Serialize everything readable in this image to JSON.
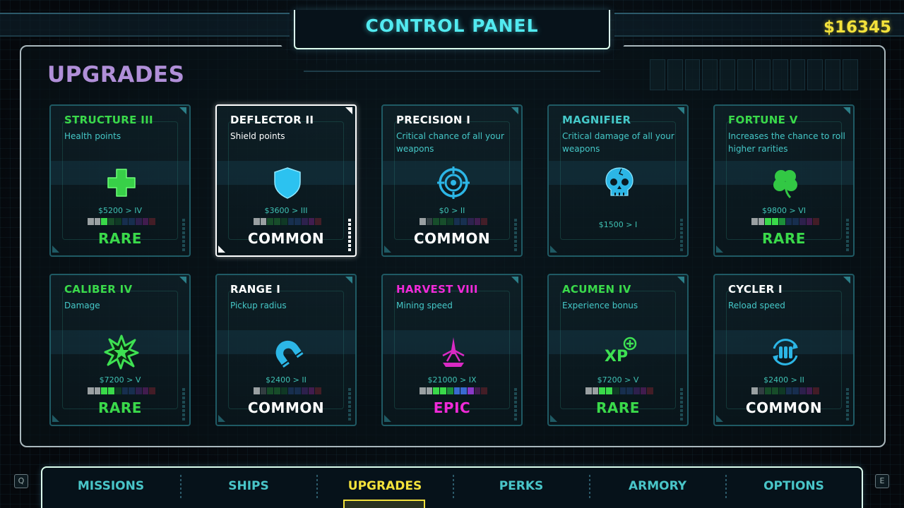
{
  "header": {
    "title": "CONTROL PANEL",
    "money": "$16345"
  },
  "section_title": "UPGRADES",
  "colors": {
    "rare": "#3ad94a",
    "common": "#ffffff",
    "epic": "#f02ad8",
    "accent": "#52eaf0",
    "money": "#f3e23b"
  },
  "cards": [
    {
      "name": "STRUCTURE III",
      "desc": "Health points",
      "price": "$5200 > IV",
      "rarity": "RARE",
      "icon": "health-cross-icon",
      "level": 3
    },
    {
      "name": "DEFLECTOR II",
      "desc": "Shield points",
      "price": "$3600 > III",
      "rarity": "COMMON",
      "icon": "shield-icon",
      "level": 2
    },
    {
      "name": "PRECISION I",
      "desc": "Critical chance of all your weapons",
      "price": "$0 > II",
      "rarity": "COMMON",
      "icon": "crosshair-icon",
      "level": 1
    },
    {
      "name": "MAGNIFIER",
      "desc": "Critical damage of all your weapons",
      "price": "$1500 > I",
      "rarity": "",
      "icon": "skull-icon",
      "level": 0
    },
    {
      "name": "FORTUNE V",
      "desc": "Increases the chance to roll higher rarities",
      "price": "$9800 > VI",
      "rarity": "RARE",
      "icon": "clover-icon",
      "level": 5
    },
    {
      "name": "CALIBER IV",
      "desc": "Damage",
      "price": "$7200 > V",
      "rarity": "RARE",
      "icon": "explosion-icon",
      "level": 4
    },
    {
      "name": "RANGE I",
      "desc": "Pickup radius",
      "price": "$2400 > II",
      "rarity": "COMMON",
      "icon": "magnet-icon",
      "level": 1
    },
    {
      "name": "HARVEST VIII",
      "desc": "Mining speed",
      "price": "$21000 > IX",
      "rarity": "EPIC",
      "icon": "mining-icon",
      "level": 8
    },
    {
      "name": "ACUMEN IV",
      "desc": "Experience bonus",
      "price": "$7200 > V",
      "rarity": "RARE",
      "icon": "xp-plus-icon",
      "level": 4
    },
    {
      "name": "CYCLER I",
      "desc": "Reload speed",
      "price": "$2400 > II",
      "rarity": "COMMON",
      "icon": "reload-icon",
      "level": 1
    }
  ],
  "nav": {
    "key_left": "Q",
    "key_right": "E",
    "items": [
      {
        "label": "MISSIONS",
        "active": false
      },
      {
        "label": "SHIPS",
        "active": false
      },
      {
        "label": "UPGRADES",
        "active": true
      },
      {
        "label": "PERKS",
        "active": false
      },
      {
        "label": "ARMORY",
        "active": false
      },
      {
        "label": "OPTIONS",
        "active": false
      }
    ]
  }
}
